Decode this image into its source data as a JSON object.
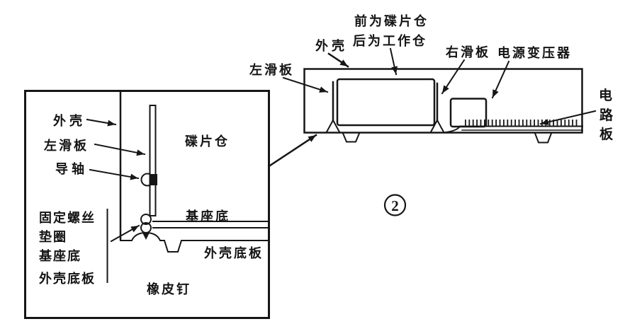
{
  "figure": {
    "number_label": "2",
    "line_color": "#161616",
    "background": "#ffffff"
  },
  "detail_view": {
    "labels": {
      "case": "外壳",
      "left_slide": "左滑板",
      "guide_shaft": "导轴",
      "disc_chamber": "碟片仓",
      "base_bottom": "基座底",
      "case_bottom_plate": "外壳底板",
      "rubber_foot": "橡皮钉",
      "stack": [
        "固定螺丝",
        "垫圈",
        "基座底",
        "外壳底板"
      ]
    }
  },
  "side_view": {
    "labels": {
      "left_slide": "左滑板",
      "case": "外壳",
      "chamber_line1": "前为碟片仓",
      "chamber_line2": "后为工作仓",
      "right_slide": "右滑板",
      "power_transformer": "电源变压器",
      "circuit_board_chars": [
        "电",
        "路",
        "板"
      ]
    }
  }
}
